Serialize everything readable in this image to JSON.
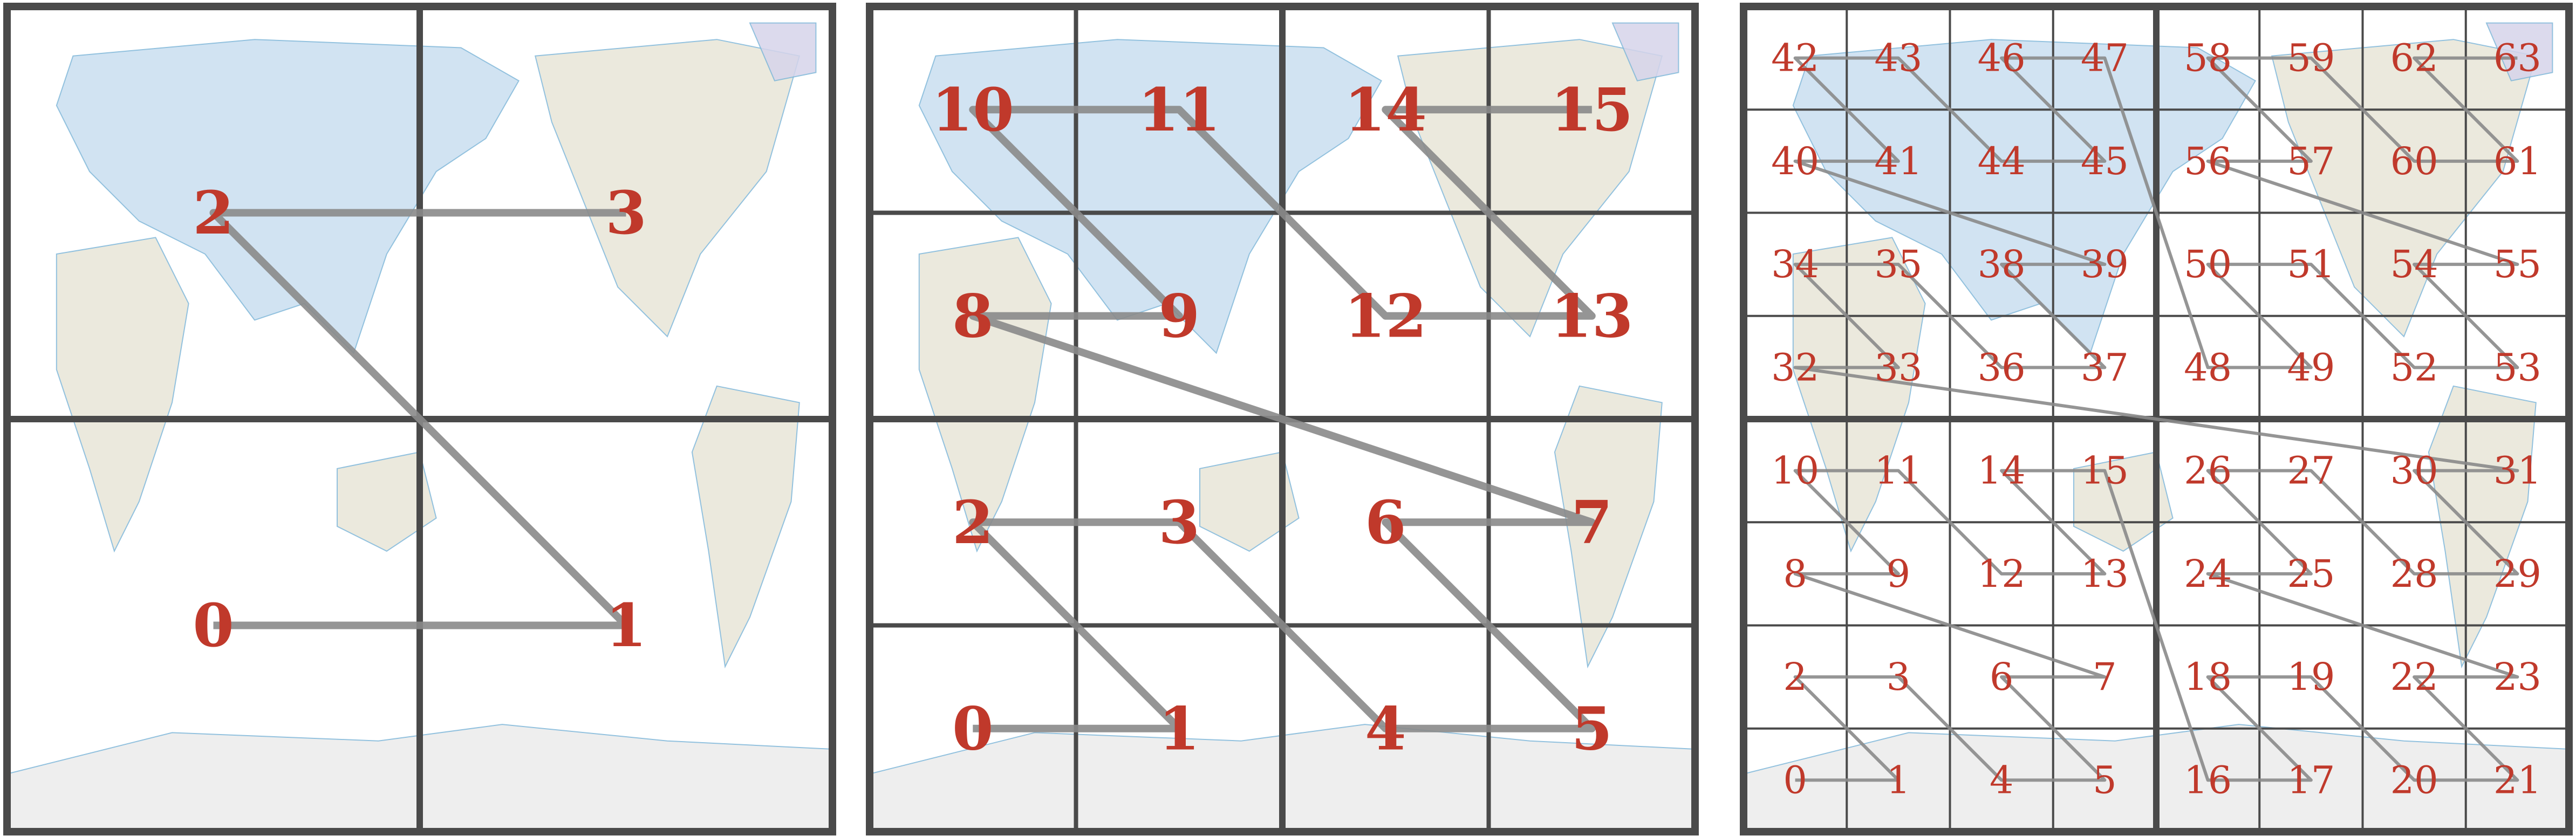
{
  "colors": {
    "frame": "#4a4a4a",
    "line": "#8a8a8a",
    "label": "#c0392b",
    "ocean": "#ffffff",
    "land_north": "#c9dff0",
    "land_mid": "#e8e6d8",
    "antarctica": "#ececec",
    "coast": "#7fb7d9"
  },
  "panels": [
    {
      "grid": 2,
      "order": [
        0,
        1,
        2,
        3
      ]
    },
    {
      "grid": 4,
      "order": [
        0,
        1,
        2,
        3,
        4,
        5,
        6,
        7,
        8,
        9,
        10,
        11,
        12,
        13,
        14,
        15
      ]
    },
    {
      "grid": 8,
      "order": [
        0,
        1,
        2,
        3,
        4,
        5,
        6,
        7,
        8,
        9,
        10,
        11,
        12,
        13,
        14,
        15,
        16,
        17,
        18,
        19,
        20,
        21,
        22,
        23,
        24,
        25,
        26,
        27,
        28,
        29,
        30,
        31,
        32,
        33,
        34,
        35,
        36,
        37,
        38,
        39,
        40,
        41,
        42,
        43,
        44,
        45,
        46,
        47,
        48,
        49,
        50,
        51,
        52,
        53,
        54,
        55,
        56,
        57,
        58,
        59,
        60,
        61,
        62,
        63
      ]
    }
  ]
}
